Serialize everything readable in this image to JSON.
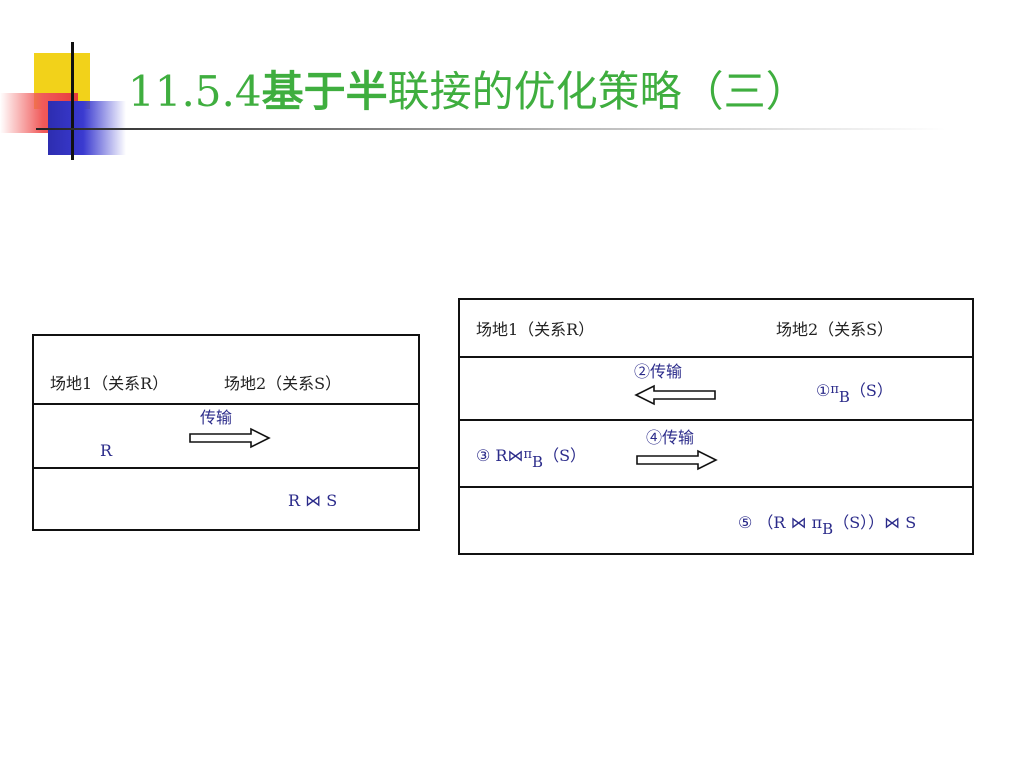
{
  "slide": {
    "title_num": "11.5.4",
    "title_bold": "基于半",
    "title_rest": "联接的优化策略（三）"
  },
  "left_diagram": {
    "site1": "场地1（关系R）",
    "site2": "场地2（关系S）",
    "transfer_label": "传输",
    "r_label": "R",
    "join_result": "R ⋈ S"
  },
  "right_diagram": {
    "site1": "场地1（关系R）",
    "site2": "场地2（关系S）",
    "step2_label": "②传输",
    "step1_prefix": "①",
    "step1_pi": "π",
    "step1_sub": "B",
    "step1_suffix": "（S）",
    "step3_prefix": "③  R⋈",
    "step3_pi": "π",
    "step3_sub": "B",
    "step3_suffix": "（S）",
    "step4_label": "④传输",
    "step5_prefix": "⑤ （R ⋈  π",
    "step5_sub": "B",
    "step5_suffix": "（S））⋈ S"
  }
}
